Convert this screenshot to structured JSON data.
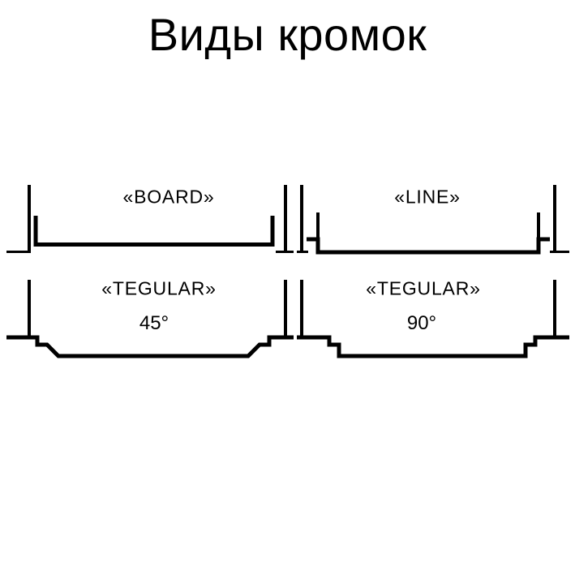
{
  "title": "Виды кромок",
  "diagrams": {
    "board": {
      "label": "«BOARD»"
    },
    "line": {
      "label": "«LINE»"
    },
    "tegular45": {
      "label": "«TEGULAR»",
      "angle": "45°"
    },
    "tegular90": {
      "label": "«TEGULAR»",
      "angle": "90°"
    }
  },
  "colors": {
    "ink": "#000000",
    "background": "#ffffff"
  }
}
